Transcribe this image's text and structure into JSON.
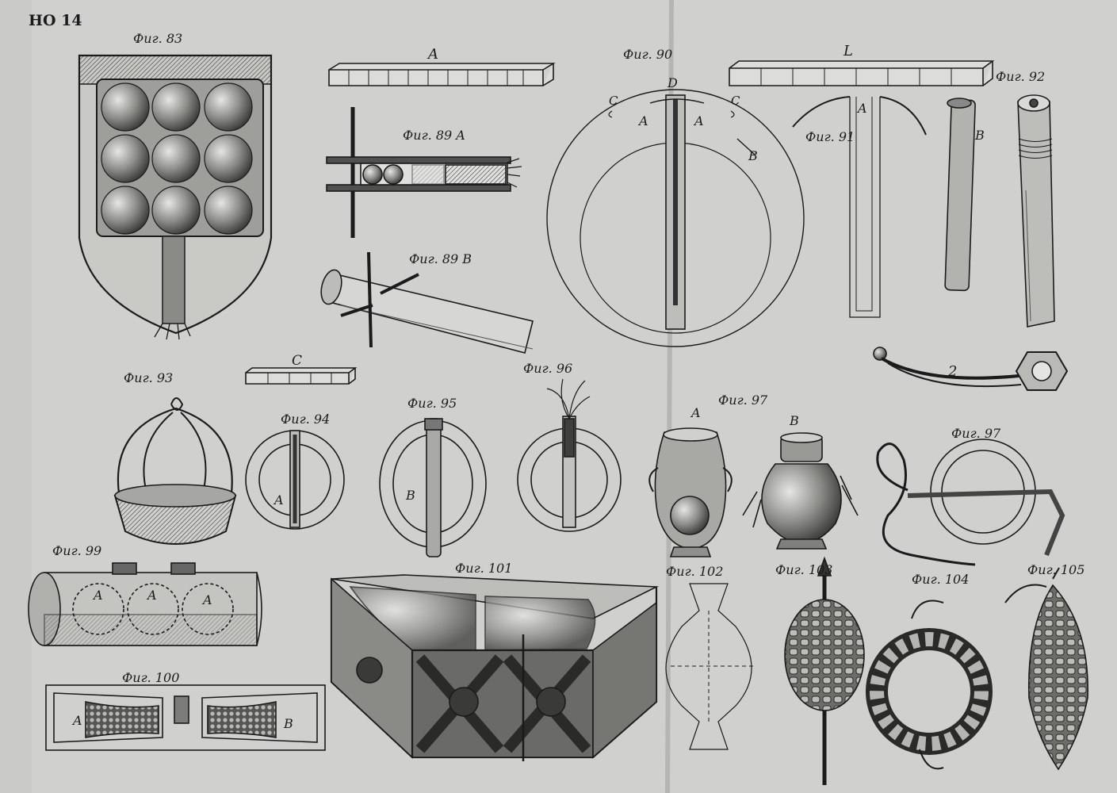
{
  "plate_number": "HO 14",
  "figure_labels": [
    "Фиг. 83",
    "Фиг. 89 A",
    "Фиг. 89 B",
    "Фиг. 90",
    "Фиг. 91",
    "Фиг. 92",
    "Фиг. 93",
    "Фиг. 94",
    "Фиг. 95",
    "Фиг. 96",
    "Фиг. 97",
    "Фиг. 97",
    "Фиг. 99",
    "Фиг. 100",
    "Фиг. 101",
    "Фиг. 102",
    "Фиг. 103",
    "Фиг. 104",
    "Фиг. 105"
  ],
  "letter_labels": [
    "A",
    "L",
    "C",
    "D",
    "A",
    "A",
    "C",
    "C",
    "B",
    "A",
    "B",
    "2",
    "A",
    "B",
    "A",
    "B",
    "A",
    "A",
    "A",
    "A",
    "B"
  ],
  "colors": {
    "paper": "#d0d0ce",
    "ink": "#1b1b1b",
    "shade": "#6a6a68"
  }
}
